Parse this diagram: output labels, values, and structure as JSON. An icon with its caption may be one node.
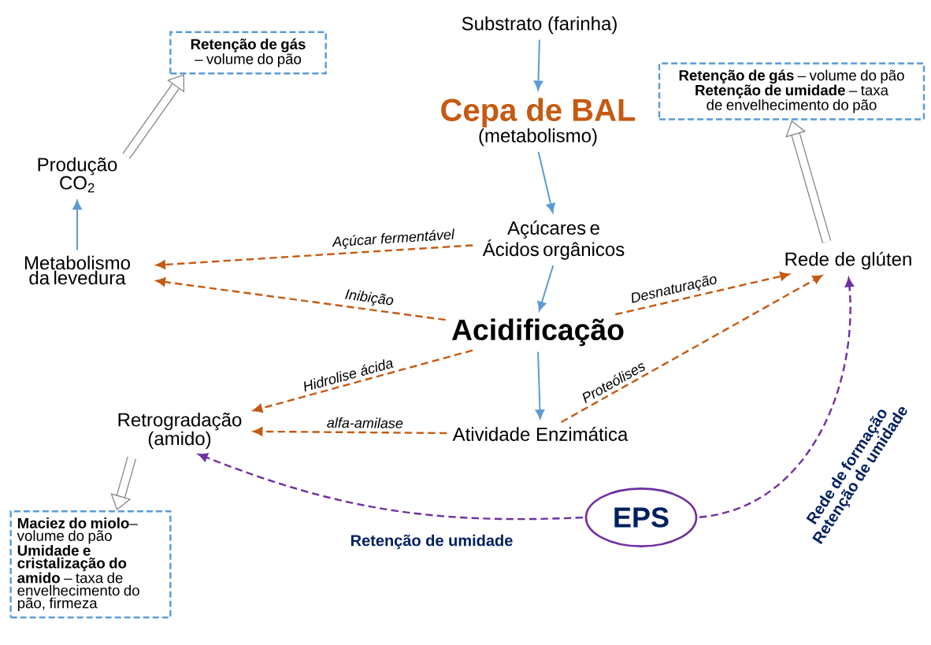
{
  "diagram": {
    "nodes": [
      {
        "text": [
          "Substrato (farinha)"
        ]
      },
      {
        "text": [
          "**Retenção de gás** – volume do pão"
        ]
      },
      {
        "text": [
          "**Retenção de gás** – volume do pão",
          "**Retenção de umidade** – taxa de envelhecimento do pão"
        ]
      },
      {
        "text": [
          "Cepa de BAL",
          "(metabolismo)"
        ]
      },
      {
        "text": [
          "Produção CO$_{2}$"
        ]
      },
      {
        "text": [
          "Açúcares e Ácidos orgânicos"
        ]
      },
      {
        "text": [
          "Metabolismo da levedura"
        ]
      },
      {
        "text": [
          "Rede de glúten"
        ]
      },
      {
        "text": [
          "Acidificação"
        ]
      },
      {
        "text": [
          "Retrogradação (amido)"
        ]
      },
      {
        "text": [
          "Atividade Enzimática"
        ]
      },
      {
        "text": [
          "EPS"
        ]
      },
      {
        "text": [
          "**Maciez do miolo**– volume do pão",
          "**Umidade e cristalização do amido** – taxa de envelhecimento do pão, firmeza"
        ]
      }
    ],
    "edges": [
      {
        "from": 0,
        "to": 3,
        "arrow": "to",
        "color": "#5b9bd5"
      },
      {
        "from": 3,
        "to": 5,
        "arrow": "to",
        "color": "#5b9bd5"
      },
      {
        "from": 5,
        "to": 8,
        "arrow": "to",
        "color": "#5b9bd5"
      },
      {
        "from": 8,
        "to": 10,
        "arrow": "to",
        "color": "#5b9bd5"
      },
      {
        "from": 6,
        "to": 4,
        "arrow": "to",
        "color": "#5b9bd5"
      },
      {
        "from": 5,
        "to": 6,
        "arrow": "to",
        "label": "Açúcar fermentável",
        "style": "dashed",
        "color": "#c55a11"
      },
      {
        "from": 8,
        "to": 6,
        "arrow": "to",
        "label": "Inibição",
        "style": "dashed",
        "color": "#c55a11"
      },
      {
        "from": 8,
        "to": 9,
        "arrow": "to",
        "label": "Hidrolise ácida",
        "style": "dashed",
        "color": "#c55a11"
      },
      {
        "from": 8,
        "to": 7,
        "arrow": "to",
        "label": "Desnaturação",
        "style": "dashed",
        "color": "#c55a11"
      },
      {
        "from": 10,
        "to": 9,
        "arrow": "to",
        "label": "alfa-amilase",
        "style": "dashed",
        "color": "#c55a11"
      },
      {
        "from": 10,
        "to": 7,
        "arrow": "to",
        "label": "Proteólises",
        "style": "dashed",
        "color": "#c55a11"
      },
      {
        "from": 11,
        "to": 9,
        "arrow": "to",
        "label": "Retenção de umidade",
        "style": "dashed",
        "color": "#7030a0"
      },
      {
        "from": 11,
        "to": 7,
        "arrow": "to",
        "label": "Rede de formação Retenção de umidade",
        "style": "dashed",
        "color": "#7030a0"
      },
      {
        "from": 4,
        "to": 1,
        "arrow": "to",
        "style": "thick",
        "color": "#7f7f7f"
      },
      {
        "from": 7,
        "to": 2,
        "arrow": "to",
        "style": "thick",
        "color": "#7f7f7f"
      },
      {
        "from": 9,
        "to": 12,
        "arrow": "to",
        "style": "thick",
        "color": "#7f7f7f"
      }
    ]
  }
}
